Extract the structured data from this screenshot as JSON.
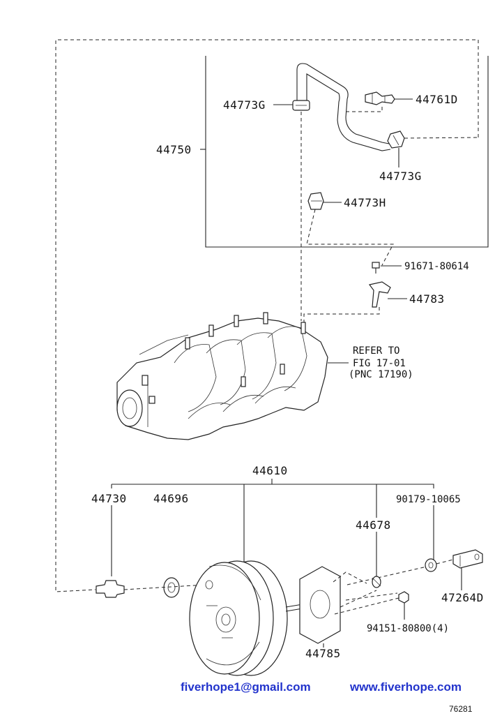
{
  "parts": {
    "p44750": "44750",
    "p44773G_top": "44773G",
    "p44761D": "44761D",
    "p44773G_right": "44773G",
    "p44773H": "44773H",
    "p91671": "91671-80614",
    "p44783": "44783",
    "p44610": "44610",
    "p44730": "44730",
    "p44696": "44696",
    "p90179": "90179-10065",
    "p44678": "44678",
    "p47264D": "47264D",
    "p94151": "94151-80800(4)",
    "p44785": "44785"
  },
  "refer": {
    "line1": "REFER TO",
    "line2": "FIG 17-01",
    "line3": "(PNC 17190)"
  },
  "footer": {
    "email": "fiverhope1@gmail.com",
    "website": "www.fiverhope.com",
    "code": "76281"
  }
}
